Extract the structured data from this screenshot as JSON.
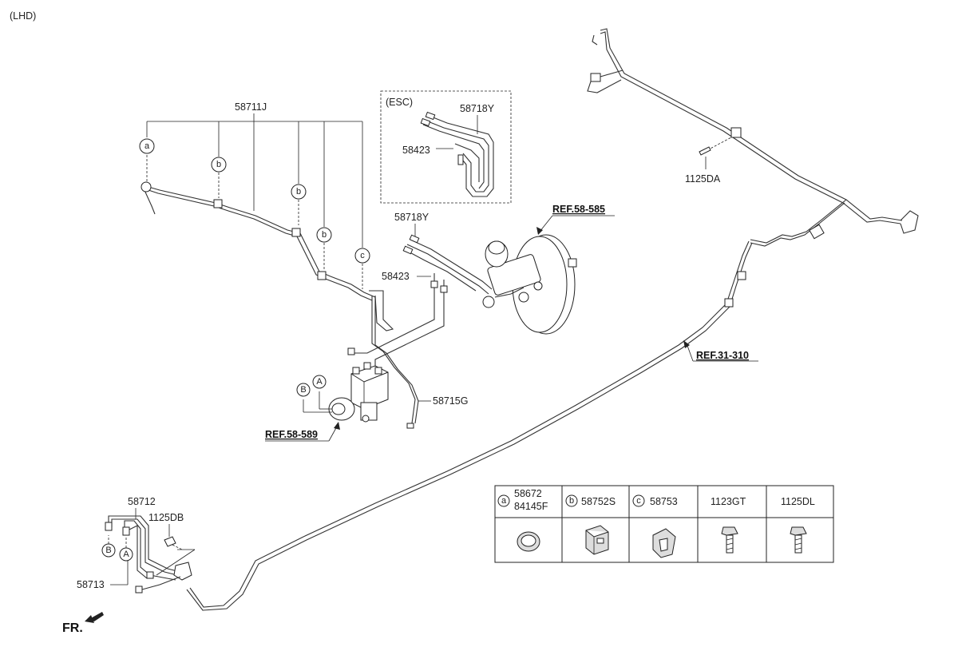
{
  "diagram": {
    "variant": "(LHD)",
    "front_marker": "FR.",
    "callouts": {
      "hose_58711J": "58711J",
      "esc_label": "(ESC)",
      "esc_58718Y": "58718Y",
      "esc_58423": "58423",
      "main_58718Y": "58718Y",
      "main_58423": "58423",
      "clip_1125DA": "1125DA",
      "tube_58715G": "58715G",
      "tube_58712": "58712",
      "bolt_1125DB": "1125DB",
      "tube_58713": "58713"
    },
    "refs": {
      "ref_58_585": "REF.58-585",
      "ref_31_310": "REF.31-310",
      "ref_58_589": "REF.58-589"
    },
    "markers": {
      "a": "a",
      "b": "b",
      "c": "c",
      "A": "A",
      "B": "B"
    }
  },
  "legend": {
    "columns": [
      {
        "letter": "a",
        "parts": [
          "58672",
          "84145F"
        ],
        "icon": "grommet-icon"
      },
      {
        "letter": "b",
        "parts": [
          "58752S"
        ],
        "icon": "clip-icon"
      },
      {
        "letter": "c",
        "parts": [
          "58753"
        ],
        "icon": "clamp-icon"
      },
      {
        "letter": "",
        "parts": [
          "1123GT"
        ],
        "icon": "bolt-icon"
      },
      {
        "letter": "",
        "parts": [
          "1125DL"
        ],
        "icon": "bolt-icon"
      }
    ]
  }
}
